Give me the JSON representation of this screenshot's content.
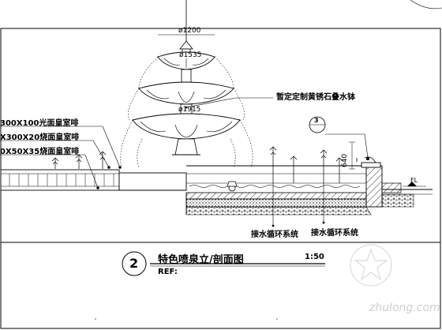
{
  "drawing": {
    "title": "特色喷泉立/剖面图",
    "scale": "1:50",
    "ref_label": "REF:",
    "section_number": "2",
    "detail_number": "3",
    "dimensions": {
      "top_dia": "ø1200",
      "mid_dia": "ø1535",
      "low_dia": "ø1915",
      "wall_height": "640",
      "fl_mark": "FL"
    },
    "left_callouts": [
      "300X100光面皇室啡",
      "X300X20烧面皇室啡",
      "0X50X35烧面皇室啡"
    ],
    "fountain_callout": "暂定定制黄锈石叠水钵",
    "bottom_callouts": [
      "接水循环系统",
      "接水循环系统"
    ]
  },
  "watermark": {
    "text": "zhulong.com",
    "icon": "zhulong-logo-icon"
  }
}
